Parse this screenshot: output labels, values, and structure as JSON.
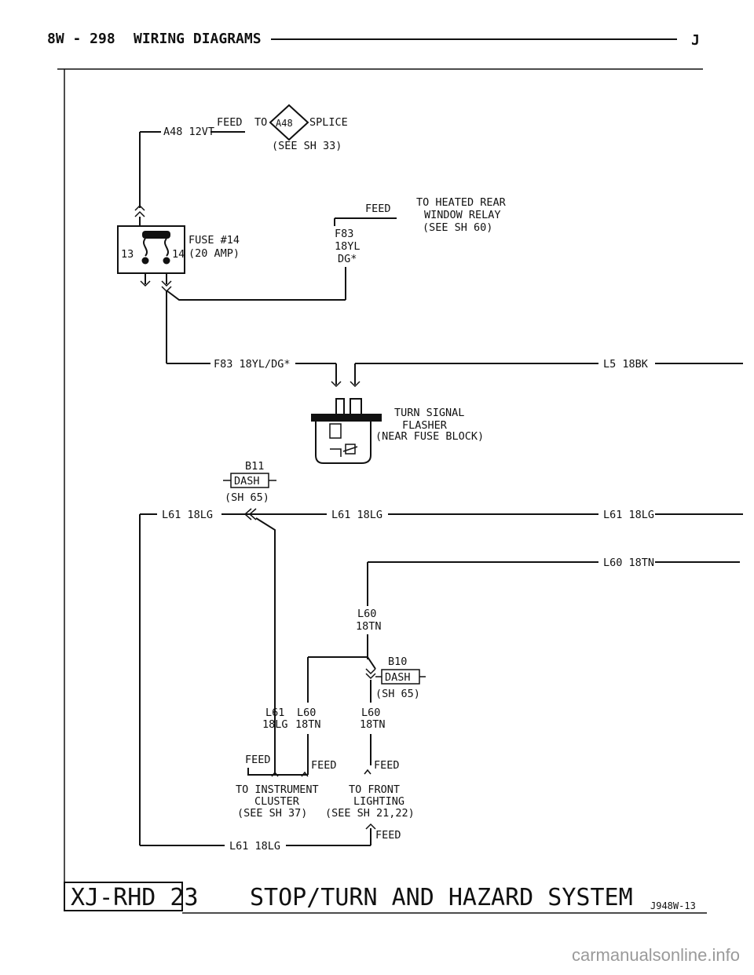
{
  "header": {
    "page_code": "8W - 298",
    "title": "WIRING DIAGRAMS",
    "right_mark": "J"
  },
  "top_circuit": {
    "wire": "A48 12VT",
    "feed": "FEED",
    "to_prefix": "TO",
    "splice_id": "A48",
    "splice_suffix": "SPLICE",
    "ref": "(SEE SH 33)"
  },
  "fuse": {
    "label": "FUSE #14",
    "rating": "(20 AMP)",
    "pin_left": "13",
    "pin_right": "14"
  },
  "f83_branch": {
    "feed": "FEED",
    "dest_line1": "TO HEATED REAR",
    "dest_line2": "WINDOW RELAY",
    "dest_line3": "(SEE SH 60)",
    "wire_line1": "F83",
    "wire_line2": "18YL",
    "wire_line3": "DG*"
  },
  "flasher_row": {
    "wire_left": "F83 18YL/DG*",
    "wire_right": "L5 18BK"
  },
  "flasher": {
    "line1": "TURN SIGNAL",
    "line2": "FLASHER",
    "line3": "(NEAR FUSE BLOCK)"
  },
  "connector_b11": {
    "id": "B11",
    "name": "DASH",
    "ref": "(SH 65)"
  },
  "l61_row": {
    "left": "L61 18LG",
    "mid": "L61 18LG",
    "right": "L61 18LG"
  },
  "l60_row": {
    "right": "L60 18TN",
    "vert1": "L60",
    "vert2": "18TN"
  },
  "connector_b10": {
    "id": "B10",
    "name": "DASH",
    "ref": "(SH 65)"
  },
  "lower_labels": {
    "a1": "L61",
    "a2": "18LG",
    "b1": "L60",
    "b2": "18TN",
    "c1": "L60",
    "c2": "18TN",
    "feed_a": "FEED",
    "feed_b": "FEED",
    "feed_c": "FEED",
    "dest1_l1": "TO INSTRUMENT",
    "dest1_l2": "CLUSTER",
    "dest1_l3": "(SEE SH 37)",
    "dest2_l1": "TO FRONT",
    "dest2_l2": "LIGHTING",
    "dest2_l3": "(SEE SH 21,22)",
    "feed_d": "FEED",
    "bottom_wire": "L61 18LG"
  },
  "footer": {
    "box_label": "XJ-RHD 23",
    "system_title": "STOP/TURN AND HAZARD SYSTEM",
    "code": "J948W-13"
  },
  "watermark": "carmanualsonline.info"
}
